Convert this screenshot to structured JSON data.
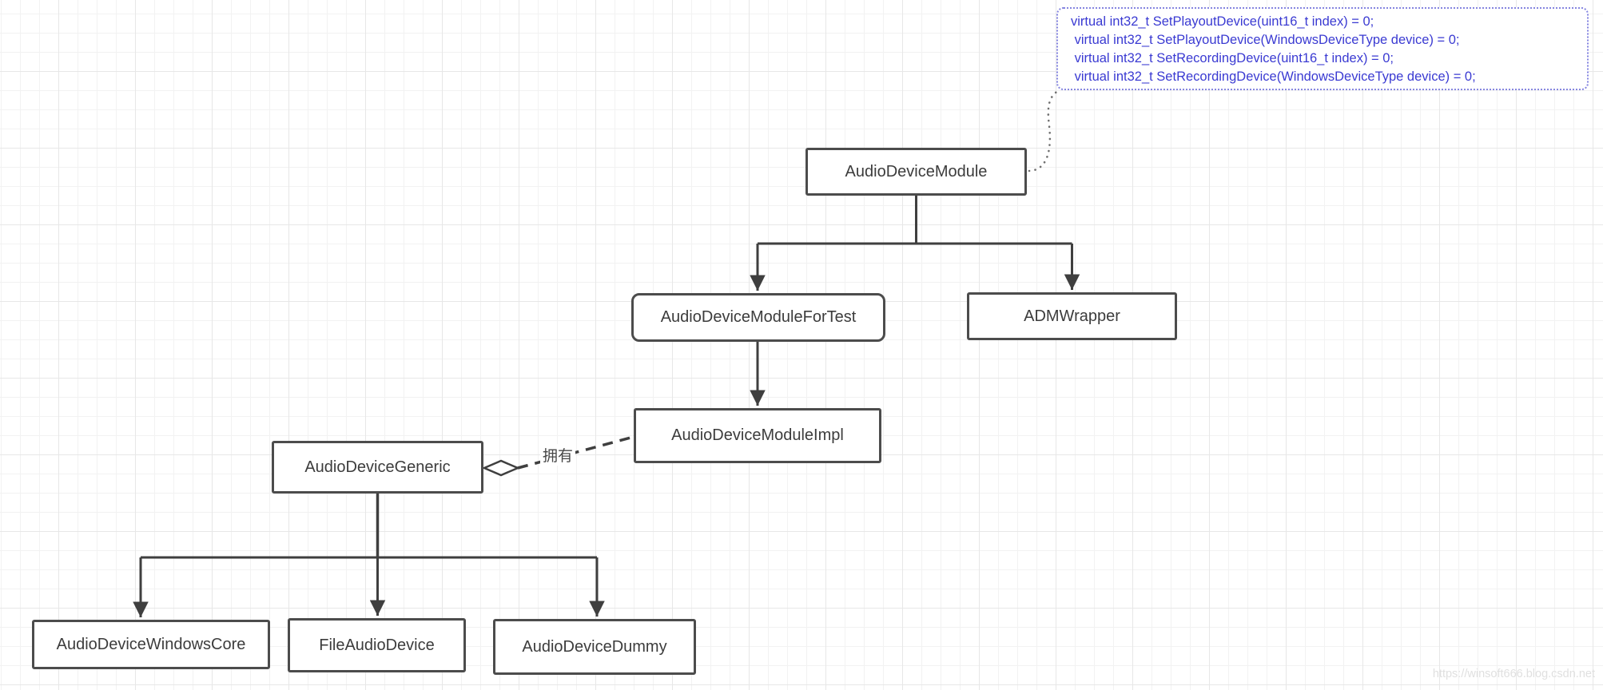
{
  "diagram": {
    "nodes": {
      "module": {
        "label": "AudioDeviceModule"
      },
      "for_test": {
        "label": "AudioDeviceModuleForTest"
      },
      "wrapper": {
        "label": "ADMWrapper"
      },
      "impl": {
        "label": "AudioDeviceModuleImpl"
      },
      "generic": {
        "label": "AudioDeviceGeneric"
      },
      "windows_core": {
        "label": "AudioDeviceWindowsCore"
      },
      "file_device": {
        "label": "FileAudioDevice"
      },
      "dummy": {
        "label": "AudioDeviceDummy"
      }
    },
    "edges": {
      "aggregation_label": "拥有"
    },
    "note": {
      "lines": [
        "virtual int32_t SetPlayoutDevice(uint16_t index) = 0;",
        " virtual int32_t SetPlayoutDevice(WindowsDeviceType device) = 0;",
        " virtual int32_t SetRecordingDevice(uint16_t index) = 0;",
        " virtual int32_t SetRecordingDevice(WindowsDeviceType device) = 0;"
      ]
    },
    "watermark": "https://winsoft666.blog.csdn.net",
    "colors": {
      "note_text": "#3a3ad2",
      "note_border": "#8585e0",
      "node_border": "#4c4c4c",
      "node_text": "#3c3c3c",
      "connector": "#3f3f3f",
      "grid_major": "#e7e7e7",
      "grid_minor": "#f2f2f2"
    }
  }
}
